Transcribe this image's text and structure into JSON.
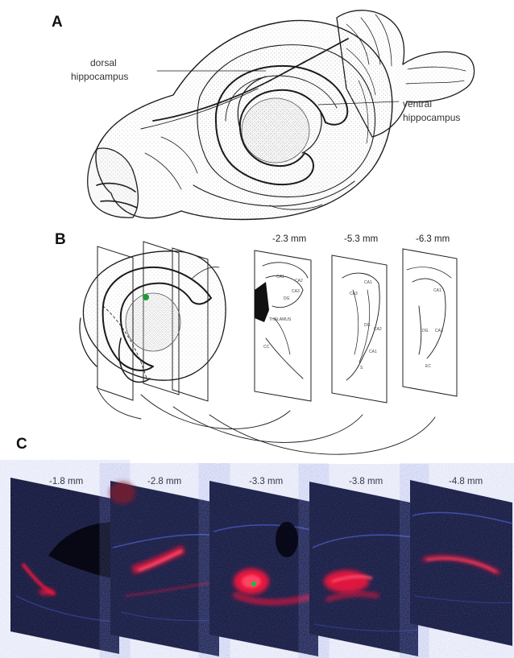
{
  "panels": {
    "a": {
      "letter": "A",
      "labels": [
        "dorsal",
        "hippocampus",
        "ventral",
        "hippocampus"
      ]
    },
    "b": {
      "letter": "B",
      "depths": [
        "-2.3 mm",
        "-5.3 mm",
        "-6.3 mm"
      ],
      "section_labels": {
        "s1": [
          "CA1",
          "CA2",
          "CA3",
          "DG",
          "THALAMUS",
          "CC"
        ],
        "s2": [
          "CA1",
          "CA3",
          "DG",
          "CA2",
          "CA1",
          "S"
        ],
        "s3": [
          "CA1",
          "DG",
          "CA3",
          "EC"
        ]
      },
      "marker_color": "#1f9a3a"
    },
    "c": {
      "letter": "C",
      "depths": [
        "-1.8 mm",
        "-2.8 mm",
        "-3.3 mm",
        "-3.8 mm",
        "-4.8 mm"
      ],
      "fluorescence_color": "#e8163c",
      "background_color": "#0c0f2e",
      "marker_color": "#2bb34a"
    }
  }
}
